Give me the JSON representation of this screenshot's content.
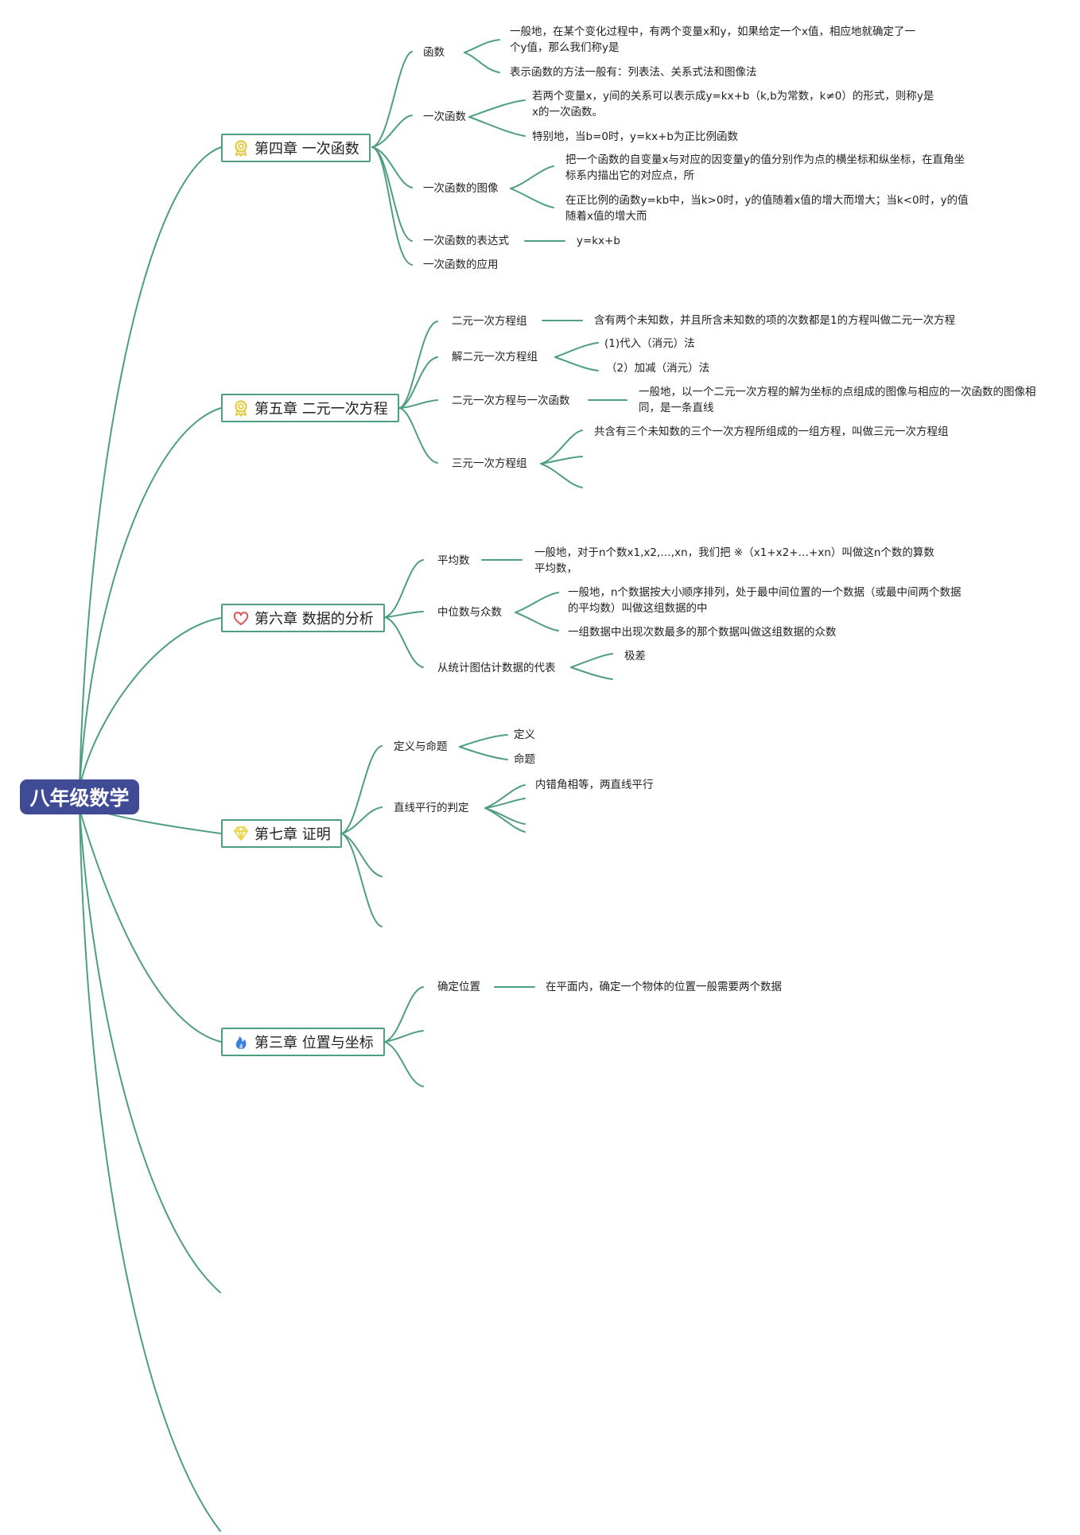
{
  "root": {
    "label": "八年级数学"
  },
  "chapters": {
    "ch4": {
      "title": "第四章 一次函数",
      "icon": "award-badge-icon",
      "items": {
        "hanshu": "函数",
        "hanshu_def": "一般地，在某个变化过程中，有两个变量x和y，如果给定一个x值，相应地就确定了一个y值，那么我们称y是",
        "hanshu_methods": "表示函数的方法一般有：列表法、关系式法和图像法",
        "yici": "一次函数",
        "yici_def": "若两个变量x，y间的关系可以表示成y=kx+b（k,b为常数，k≠0）的形式，则称y是x的一次函数。",
        "yici_special": "特别地，当b=0时，y=kx+b为正比例函数",
        "tuxiang": "一次函数的图像",
        "tuxiang_1": "把一个函数的自变量x与对应的因变量y的值分别作为点的横坐标和纵坐标，在直角坐标系内描出它的对应点，所",
        "tuxiang_2": "在正比例的函数y=kb中，当k>0时，y的值随着x值的增大而增大；当k<0时，y的值随着x值的增大而",
        "biaodashi": "一次函数的表达式",
        "biaodashi_val": "y=kx+b",
        "yingyong": "一次函数的应用"
      }
    },
    "ch5": {
      "title": "第五章 二元一次方程",
      "icon": "award-badge-icon",
      "items": {
        "fangchengzu": "二元一次方程组",
        "fangchengzu_def": "含有两个未知数，并且所含未知数的项的次数都是1的方程叫做二元一次方程",
        "jie": "解二元一次方程组",
        "jie_1": "(1)代入（消元）法",
        "jie_2": "（2）加减（消元）法",
        "yu_hanshu": "二元一次方程与一次函数",
        "yu_hanshu_def": "一般地，以一个二元一次方程的解为坐标的点组成的图像与相应的一次函数的图像相同，是一条直线",
        "sanyuan": "三元一次方程组",
        "sanyuan_def": "共含有三个未知数的三个一次方程所组成的一组方程，叫做三元一次方程组"
      }
    },
    "ch6": {
      "title": "第六章 数据的分析",
      "icon": "heart-icon",
      "items": {
        "pingjun": "平均数",
        "pingjun_def": "一般地，对于n个数x1,x2,…,xn，我们把 ※（x1+x2+…+xn）叫做这n个数的算数平均数，",
        "zhongwei": "中位数与众数",
        "zhongwei_def": "一般地，n个数据按大小顺序排列，处于最中间位置的一个数据（或最中间两个数据的平均数）叫做这组数据的中",
        "zhongshu_def": "一组数据中出现次数最多的那个数据叫做这组数据的众数",
        "tongji": "从统计图估计数据的代表",
        "jicha": "极差"
      }
    },
    "ch7": {
      "title": "第七章 证明",
      "icon": "diamond-icon",
      "items": {
        "dingyi_mingti": "定义与命题",
        "dingyi": "定义",
        "mingti": "命题",
        "pingxing": "直线平行的判定",
        "pingxing_1": "内错角相等，两直线平行"
      }
    },
    "ch3": {
      "title": "第三章 位置与坐标",
      "icon": "flame-icon",
      "items": {
        "queding": "确定位置",
        "queding_def": "在平面内，确定一个物体的位置一般需要两个数据"
      }
    }
  },
  "colors": {
    "root_bg": "#3f4b95",
    "line": "#4f9d83",
    "badge_icon": "#e7c63a",
    "heart_icon": "#d9534f",
    "diamond_icon": "#ecd23c",
    "flame_icon": "#3b7fe0"
  }
}
